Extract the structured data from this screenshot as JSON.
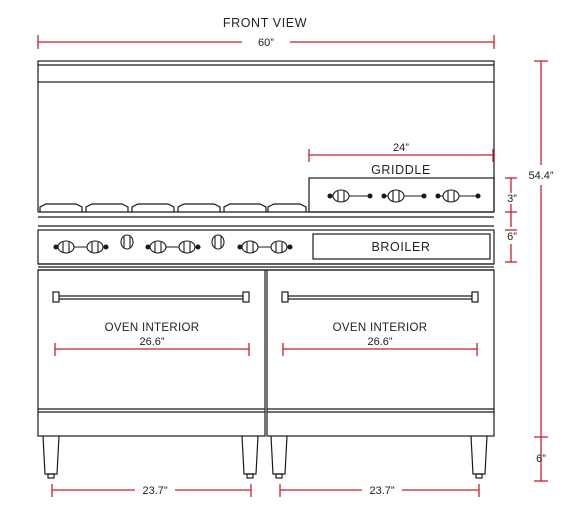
{
  "title": "FRONT VIEW",
  "dimensions": {
    "overall_width": "60”",
    "overall_height": "54.4”",
    "griddle_width": "24”",
    "griddle_height": "3”",
    "broiler_height": "6”",
    "leg_height": "6”",
    "oven_interior_width_left": "26.6”",
    "oven_interior_width_right": "26.6”",
    "oven_width_left": "23.7”",
    "oven_width_right": "23.7”"
  },
  "labels": {
    "griddle": "GRIDDLE",
    "broiler": "BROILER",
    "oven_left": "OVEN INTERIOR",
    "oven_right": "OVEN INTERIOR"
  },
  "colors": {
    "dimension_line": "#c8202f",
    "outline": "#1a1a1a"
  }
}
